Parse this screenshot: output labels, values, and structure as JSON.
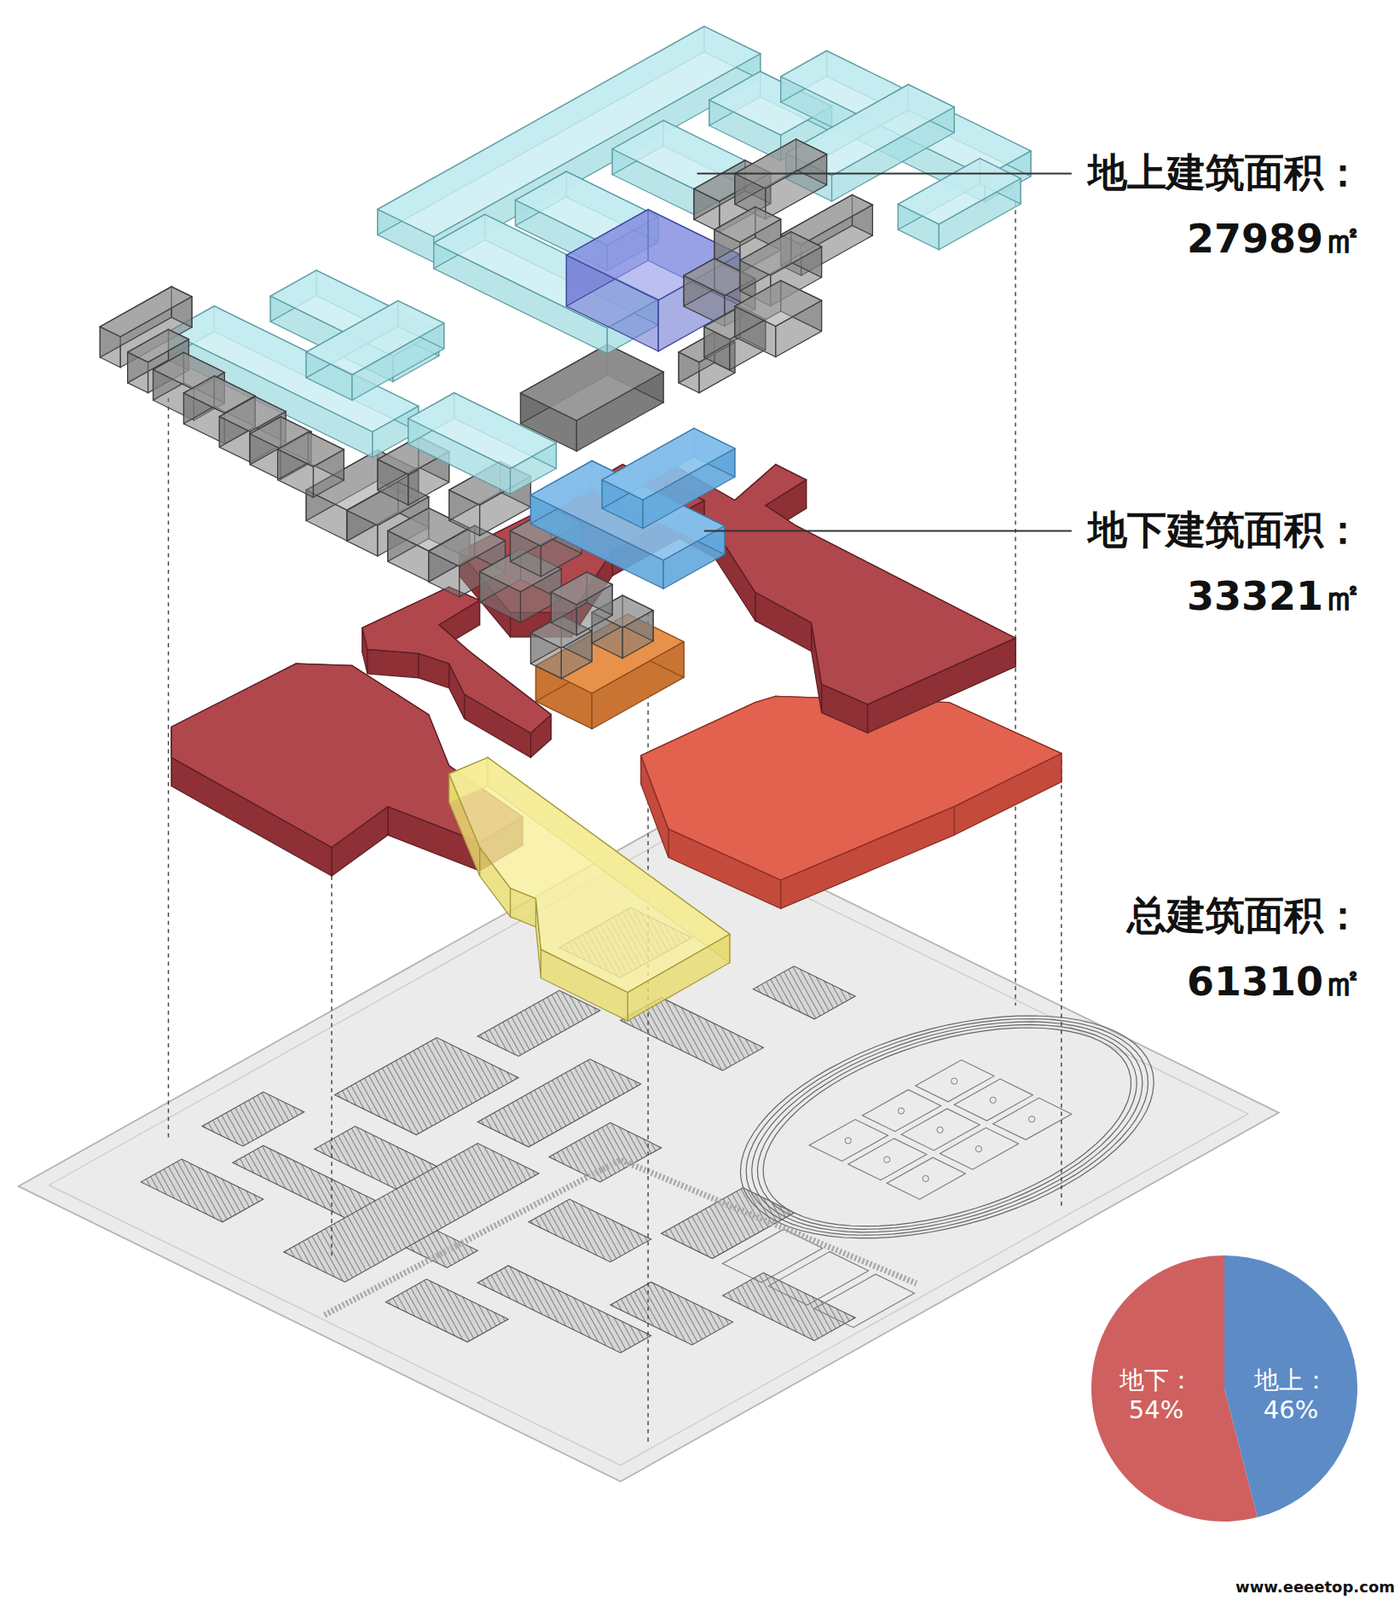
{
  "diagram": {
    "nodes": [
      {
        "text": [
          "地下： 54%"
        ]
      },
      {
        "text": [
          "地上： 46%"
        ]
      }
    ],
    "labels": [
      "地上建筑面积：",
      "27989㎡",
      "地下建筑面积：",
      "33321㎡",
      "总建筑面积：",
      "61310㎡",
      "www.eeeetop.com"
    ]
  }
}
